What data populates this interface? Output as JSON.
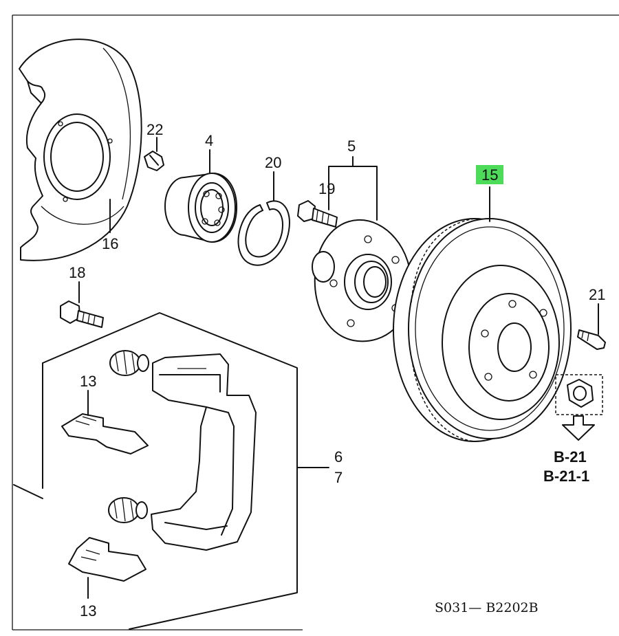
{
  "callouts": {
    "c22": "22",
    "c4": "4",
    "c20": "20",
    "c5": "5",
    "c19": "19",
    "c15": "15",
    "c16": "16",
    "c18": "18",
    "c21": "21",
    "c13a": "13",
    "c6": "6",
    "c7": "7",
    "c13b": "13"
  },
  "references": {
    "ref1": "B-21",
    "ref2": "B-21-1"
  },
  "diagram_code": "S031— B2202B",
  "colors": {
    "highlight": "#4ddc5a",
    "ink": "#111111"
  }
}
